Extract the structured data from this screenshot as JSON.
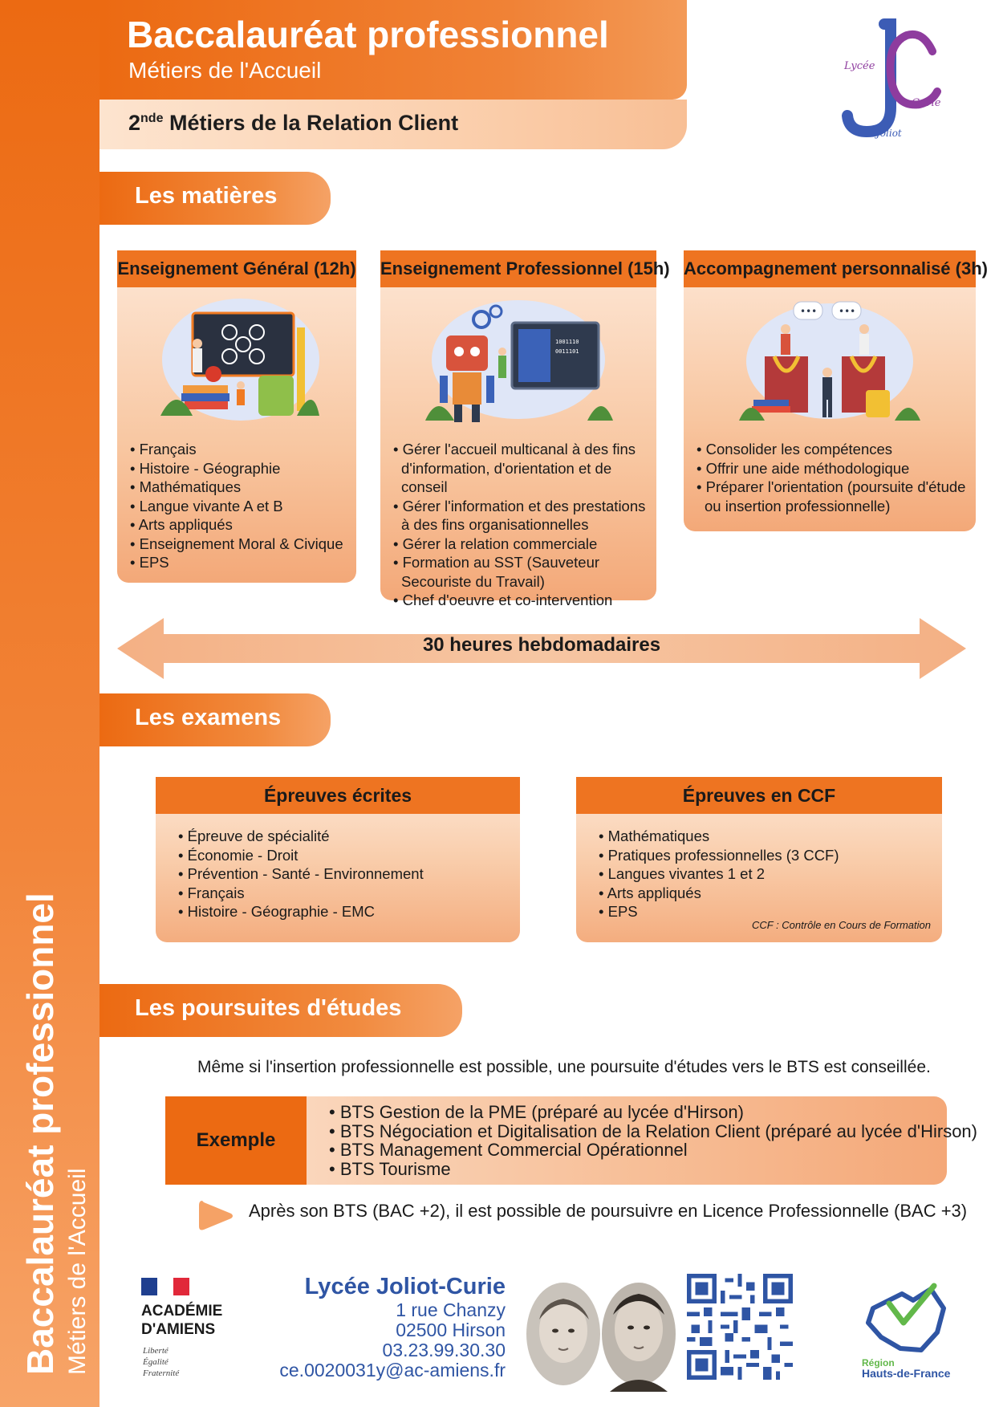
{
  "band": {
    "title": "Baccalauréat professionnel",
    "subtitle": "Métiers de l'Accueil"
  },
  "header": {
    "title": "Baccalauréat professionnel",
    "subtitle": "Métiers de l'Accueil",
    "class_level": "2",
    "class_sup": "nde",
    "class_name": " Métiers de la Relation Client"
  },
  "sections": {
    "matieres": "Les matières",
    "examens": "Les examens",
    "poursuites": "Les poursuites d'études"
  },
  "cards": [
    {
      "title": "Enseignement Général (12h)",
      "items": [
        "Français",
        "Histoire - Géographie",
        "Mathématiques",
        "Langue vivante A et B",
        "Arts appliqués",
        "Enseignement Moral & Civique",
        "EPS"
      ]
    },
    {
      "title": "Enseignement Professionnel (15h)",
      "items": [
        "Gérer l'accueil multicanal à des fins d'information, d'orientation et de conseil",
        "Gérer l'information et des prestations à des fins organisationnelles",
        "Gérer la relation commerciale",
        "Formation au SST (Sauveteur Secouriste du Travail)",
        "Chef d'oeuvre et co-intervention"
      ]
    },
    {
      "title": "Accompagnement personnalisé (3h)",
      "items": [
        "Consolider les compétences",
        "Offrir une aide méthodologique",
        "Préparer l'orientation (poursuite d'étude ou insertion professionnelle)"
      ]
    }
  ],
  "hours_label": "30 heures hebdomadaires",
  "exams": [
    {
      "title": "Épreuves écrites",
      "items": [
        "Épreuve de spécialité",
        "Économie - Droit",
        "Prévention - Santé - Environnement",
        "Français",
        "Histoire - Géographie - EMC"
      ]
    },
    {
      "title": "Épreuves en CCF",
      "items": [
        "Mathématiques",
        "Pratiques professionnelles (3 CCF)",
        "Langues vivantes 1 et 2",
        "Arts appliqués",
        "EPS"
      ],
      "note": "CCF : Contrôle en Cours de Formation"
    }
  ],
  "poursuites": {
    "intro": "Même si l'insertion professionnelle est possible, une poursuite d'études vers le BTS est conseillée.",
    "example_label": "Exemple",
    "examples": [
      "BTS Gestion de la PME (préparé au lycée d'Hirson)",
      "BTS Négociation et Digitalisation de la Relation Client (préparé au lycée d'Hirson)",
      "BTS Management Commercial Opérationnel",
      "BTS Tourisme"
    ],
    "after": "Après son BTS (BAC +2), il est possible de poursuivre en Licence Professionnelle (BAC +3)"
  },
  "footer": {
    "academie_line1": "ACADÉMIE",
    "academie_line2": "D'AMIENS",
    "devise": [
      "Liberté",
      "Égalité",
      "Fraternité"
    ],
    "lycee_name": "Lycée Joliot-Curie",
    "address1": "1 rue Chanzy",
    "address2": "02500 Hirson",
    "phone": "03.23.99.30.30",
    "email": "ce.0020031y@ac-amiens.fr",
    "region_line1": "Région",
    "region_line2": "Hauts-de-France",
    "logo_text": [
      "Lycée",
      "Joliot",
      "Curie"
    ]
  },
  "colors": {
    "orange": "#ec6a12",
    "orange_light": "#f5a266",
    "peach": "#fde4cf",
    "blue": "#2f55a4",
    "logo_purple": "#8e3c9e"
  },
  "icons": [
    "school-logo-icon",
    "classroom-illustration",
    "robot-illustration",
    "podium-illustration",
    "double-arrow-icon",
    "play-arrow-icon",
    "french-flag-icon",
    "portraits-image",
    "qr-code-icon",
    "region-logo-icon"
  ]
}
